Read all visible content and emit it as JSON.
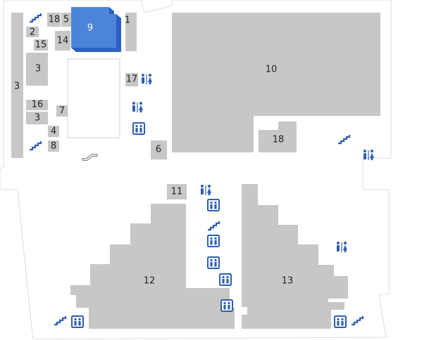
{
  "colors": {
    "room": "#c7c7c7",
    "highlight_top": "#4c84d9",
    "highlight_side": "#2b5fc4",
    "icon": "#2e5fb0"
  },
  "rooms": {
    "r1": "1",
    "r2": "2",
    "r3a": "3",
    "r3b": "3",
    "r3c": "3",
    "r4": "4",
    "r5": "5",
    "r6": "6",
    "r7": "7",
    "r8": "8",
    "r9": "9",
    "r10": "10",
    "r11": "11",
    "r12": "12",
    "r13": "13",
    "r14": "14",
    "r15": "15",
    "r16": "16",
    "r17": "17",
    "r18a": "18",
    "r18b": "18"
  },
  "icons": {
    "stairs": "stairs-icon",
    "restroom": "restroom-icon",
    "elevator": "elevator-icon",
    "escalator": "escalator-icon"
  }
}
